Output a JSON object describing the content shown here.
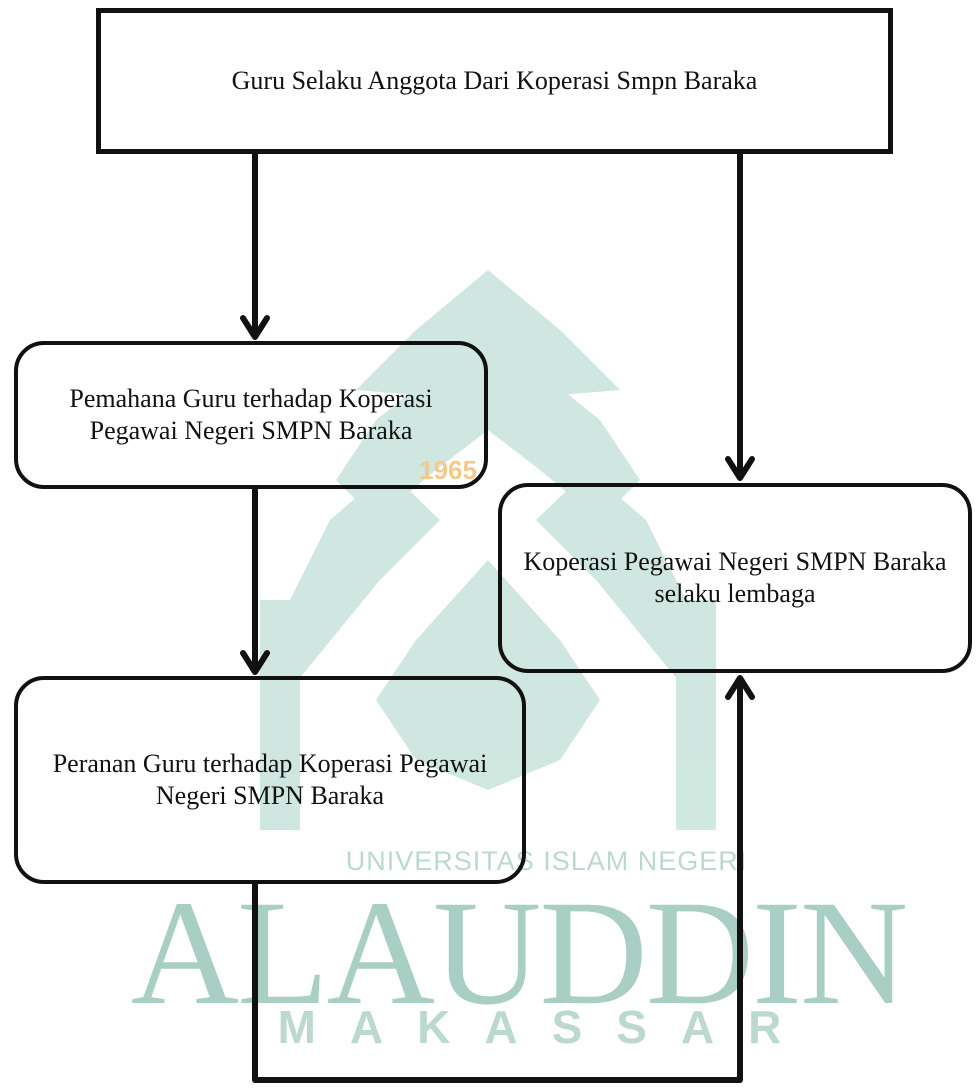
{
  "watermark": {
    "year": "1965",
    "university_line": "UNIVERSITAS ISLAM NEGERI",
    "name": "ALAUDDIN",
    "city": "MAKASSAR",
    "colors": {
      "green": "#a9cfc4",
      "gold": "#f4c98a"
    }
  },
  "nodes": {
    "top": {
      "label": "Guru Selaku Anggota Dari Koperasi Smpn Baraka"
    },
    "pemahaman": {
      "label": "Pemahana Guru terhadap Koperasi Pegawai Negeri SMPN Baraka"
    },
    "koperasi": {
      "label": "Koperasi Pegawai Negeri SMPN Baraka selaku lembaga"
    },
    "peranan": {
      "label": "Peranan Guru terhadap Koperasi Pegawai Negeri SMPN Baraka"
    }
  },
  "edges": [
    {
      "from": "top",
      "to": "pemahaman"
    },
    {
      "from": "top",
      "to": "koperasi"
    },
    {
      "from": "pemahaman",
      "to": "peranan"
    },
    {
      "from": "peranan",
      "to": "koperasi"
    }
  ]
}
